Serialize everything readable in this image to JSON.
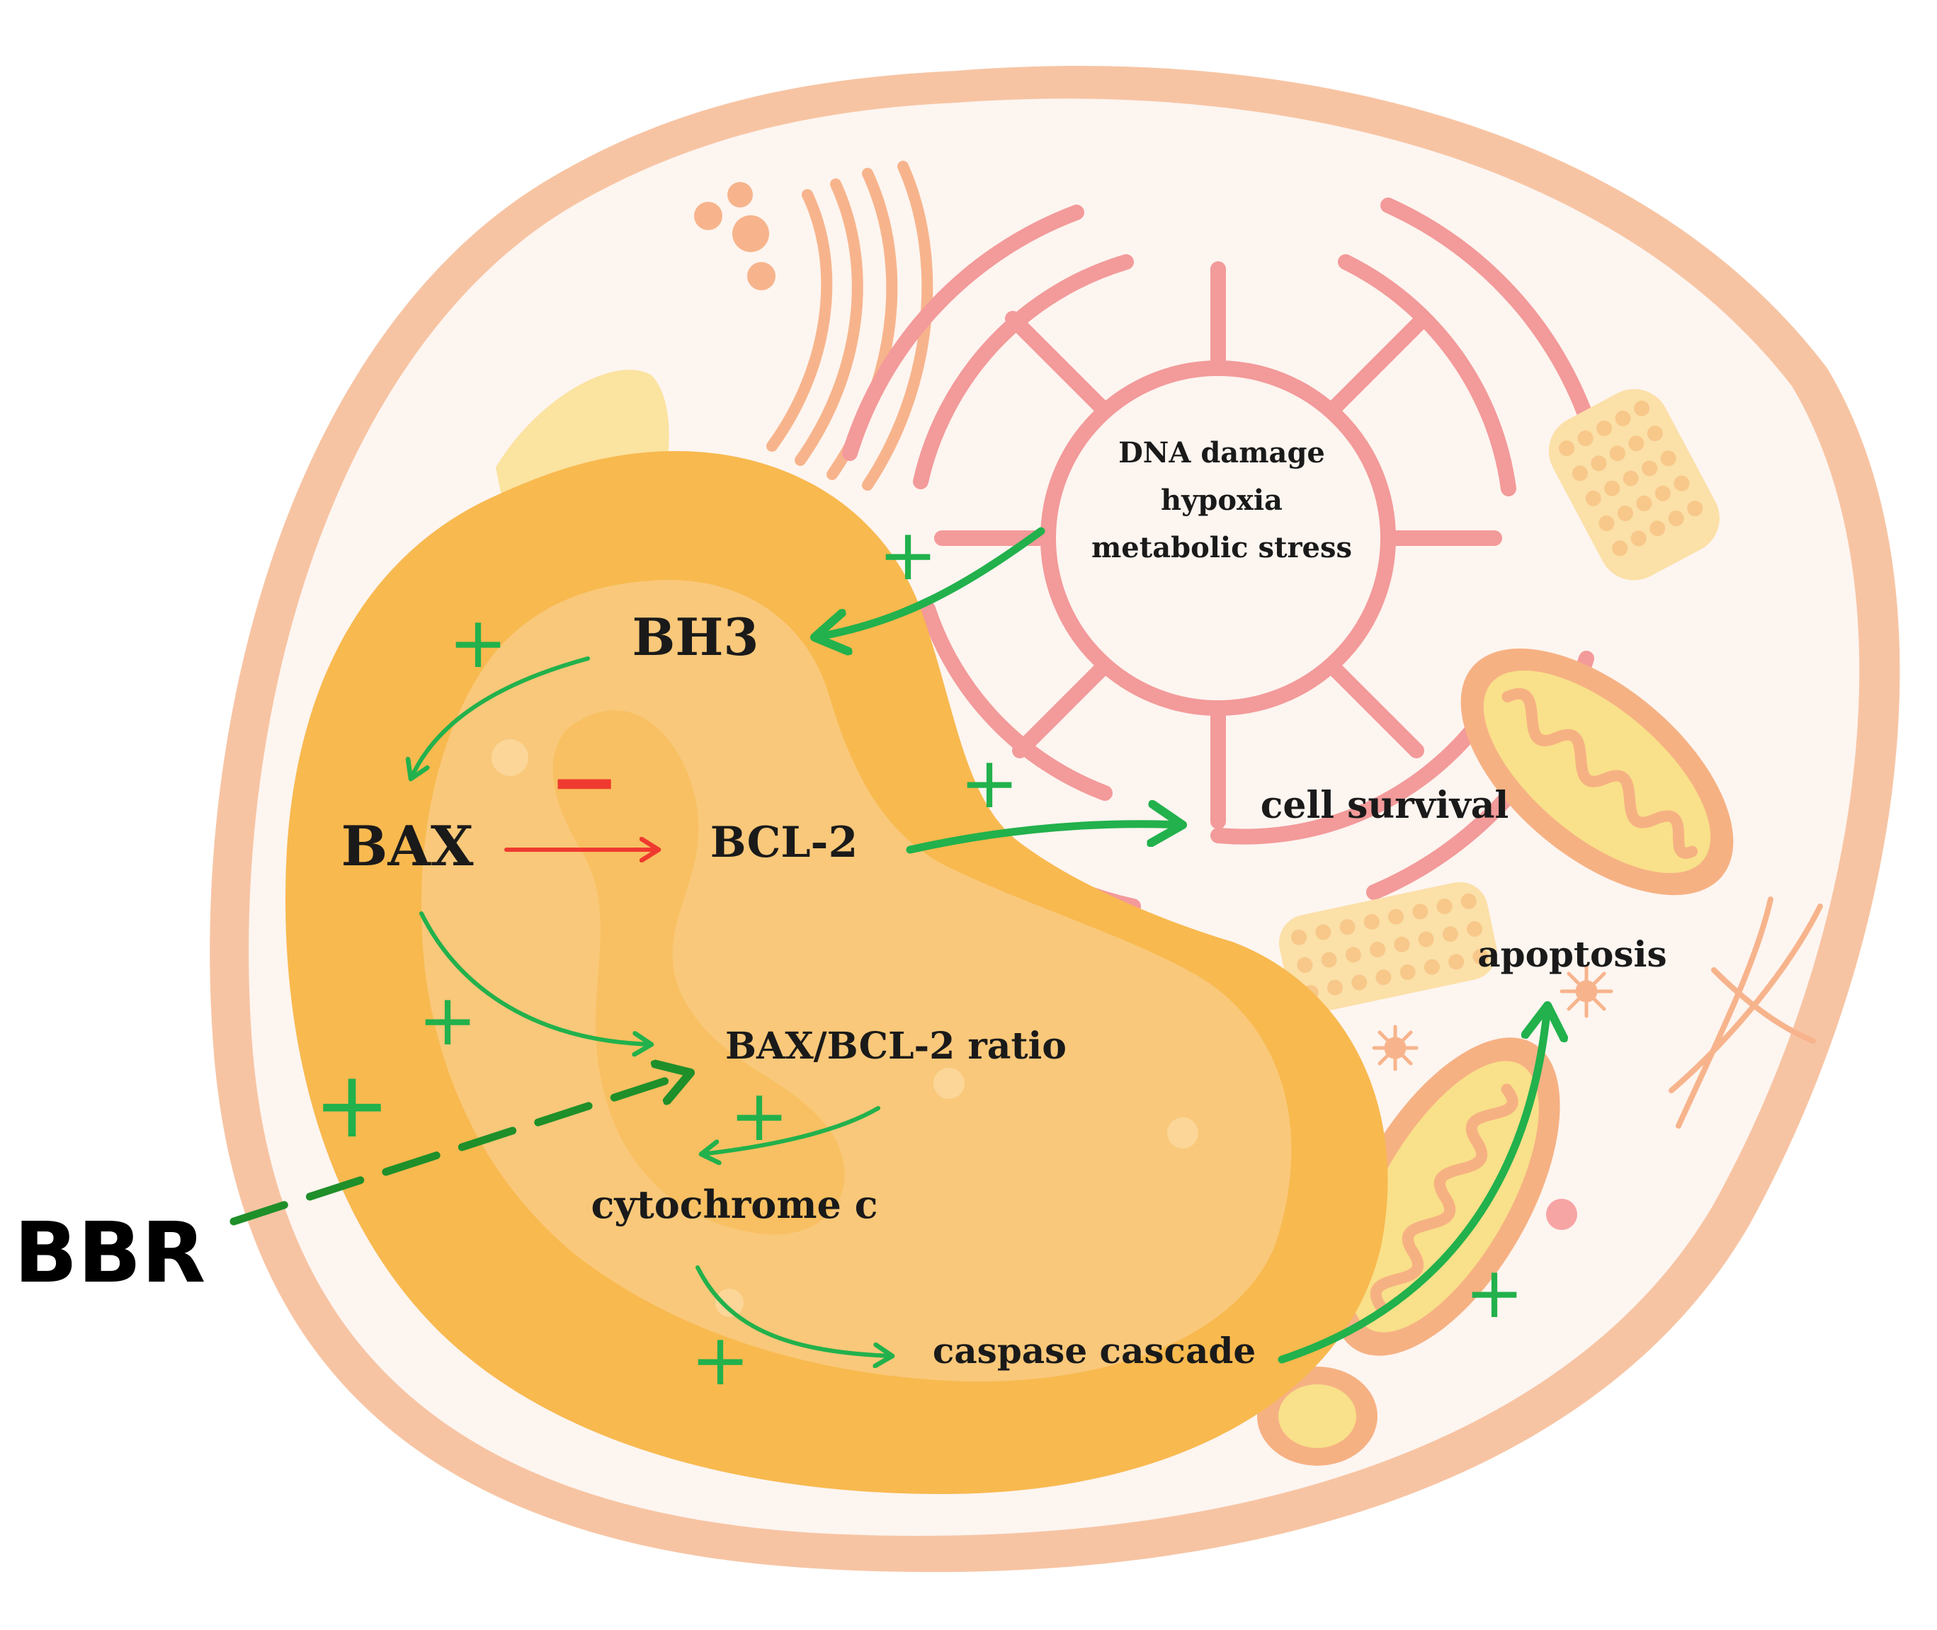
{
  "colors": {
    "cell_membrane": "#f7c4a3",
    "cytoplasm": "#fdf5f0",
    "nucleus_outer": "#f8b94f",
    "nucleus_inner": "#f9c87a",
    "er": "#f39a9a",
    "golgi": "#f7b48c",
    "mitochondria_outer": "#f6b183",
    "mitochondria_inner": "#f9e08a",
    "lipid_droplet": "#fbe3a0",
    "activation_arrow": "#22b14c",
    "drug_arrow": "#1f8f2a",
    "inhibition": "#ef3a2f"
  },
  "icons": [
    "cell-membrane",
    "nucleus",
    "endoplasmic-reticulum",
    "golgi-apparatus",
    "mitochondrion",
    "ribosome-cluster",
    "centrosome"
  ],
  "nodes": {
    "stress_lines": [
      "DNA damage",
      "hypoxia",
      "metabolic stress"
    ],
    "bh3": "BH3",
    "bax": "BAX",
    "bcl2": "BCL-2",
    "cell_survival": "cell survival",
    "ratio": "BAX/BCL-2 ratio",
    "cytochrome": "cytochrome c",
    "caspase": "caspase cascade",
    "apoptosis": "apoptosis",
    "bbr": "BBR"
  },
  "signs": {
    "plus": "+",
    "minus": "−"
  },
  "edges": [
    {
      "from": "stress",
      "to": "BH3",
      "effect": "+"
    },
    {
      "from": "BH3",
      "to": "BAX",
      "effect": "+"
    },
    {
      "from": "BAX",
      "to": "BCL-2",
      "effect": "−"
    },
    {
      "from": "BCL-2",
      "to": "cell survival",
      "effect": "+"
    },
    {
      "from": "BAX",
      "to": "BAX/BCL-2 ratio",
      "effect": "+"
    },
    {
      "from": "BBR",
      "to": "BAX/BCL-2 ratio",
      "effect": "+"
    },
    {
      "from": "BAX/BCL-2 ratio",
      "to": "cytochrome c",
      "effect": "+"
    },
    {
      "from": "cytochrome c",
      "to": "caspase cascade",
      "effect": "+"
    },
    {
      "from": "caspase cascade",
      "to": "apoptosis",
      "effect": "+"
    }
  ]
}
